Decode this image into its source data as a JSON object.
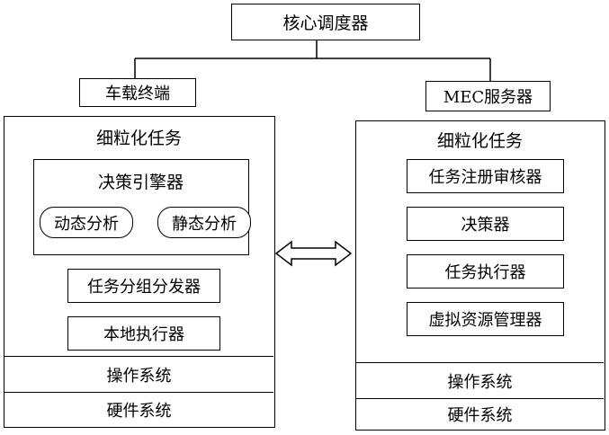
{
  "top": {
    "label": "核心调度器"
  },
  "left": {
    "header": "车载终端",
    "section_title": "细粒化任务",
    "decision_engine": {
      "title": "决策引擎器",
      "items": [
        "动态分析",
        "静态分析"
      ]
    },
    "modules": [
      "任务分组分发器",
      "本地执行器"
    ],
    "os": "操作系统",
    "hw": "硬件系统"
  },
  "right": {
    "header": "MEC服务器",
    "section_title": "细粒化任务",
    "modules": [
      "任务注册审核器",
      "决策器",
      "任务执行器",
      "虚拟资源管理器"
    ],
    "os": "操作系统",
    "hw": "硬件系统"
  }
}
